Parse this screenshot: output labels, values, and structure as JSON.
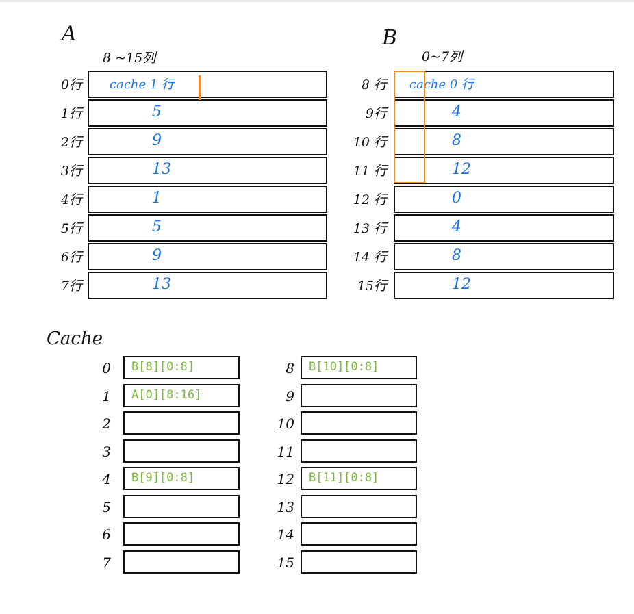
{
  "matrix_a": {
    "title": "A",
    "cols_label": "8 ~15列",
    "rows": [
      {
        "label": "0行",
        "value": "cache 1 行"
      },
      {
        "label": "1行",
        "value": "5"
      },
      {
        "label": "2行",
        "value": "9"
      },
      {
        "label": "3行",
        "value": "13"
      },
      {
        "label": "4行",
        "value": "1"
      },
      {
        "label": "5行",
        "value": "5"
      },
      {
        "label": "6行",
        "value": "9"
      },
      {
        "label": "7行",
        "value": "13"
      }
    ]
  },
  "matrix_b": {
    "title": "B",
    "cols_label": "0~7列",
    "rows": [
      {
        "label": "8 行",
        "value": "cache 0 行"
      },
      {
        "label": "9行",
        "value": "4"
      },
      {
        "label": "10 行",
        "value": "8"
      },
      {
        "label": "11 行",
        "value": "12"
      },
      {
        "label": "12 行",
        "value": "0"
      },
      {
        "label": "13 行",
        "value": "4"
      },
      {
        "label": "14 行",
        "value": "8"
      },
      {
        "label": "15行",
        "value": "12"
      }
    ]
  },
  "cache": {
    "title": "Cache",
    "left": [
      {
        "index": "0",
        "value": "B[8][0:8]"
      },
      {
        "index": "1",
        "value": "A[0][8:16]"
      },
      {
        "index": "2",
        "value": ""
      },
      {
        "index": "3",
        "value": ""
      },
      {
        "index": "4",
        "value": "B[9][0:8]"
      },
      {
        "index": "5",
        "value": ""
      },
      {
        "index": "6",
        "value": ""
      },
      {
        "index": "7",
        "value": ""
      }
    ],
    "right": [
      {
        "index": "8",
        "value": "B[10][0:8]"
      },
      {
        "index": "9",
        "value": ""
      },
      {
        "index": "10",
        "value": ""
      },
      {
        "index": "11",
        "value": ""
      },
      {
        "index": "12",
        "value": "B[11][0:8]"
      },
      {
        "index": "13",
        "value": ""
      },
      {
        "index": "14",
        "value": ""
      },
      {
        "index": "15",
        "value": ""
      }
    ]
  },
  "colors": {
    "highlight": "#f08a24",
    "a_b_values": "#1a73e8",
    "cache_values": "#7cba3c"
  }
}
